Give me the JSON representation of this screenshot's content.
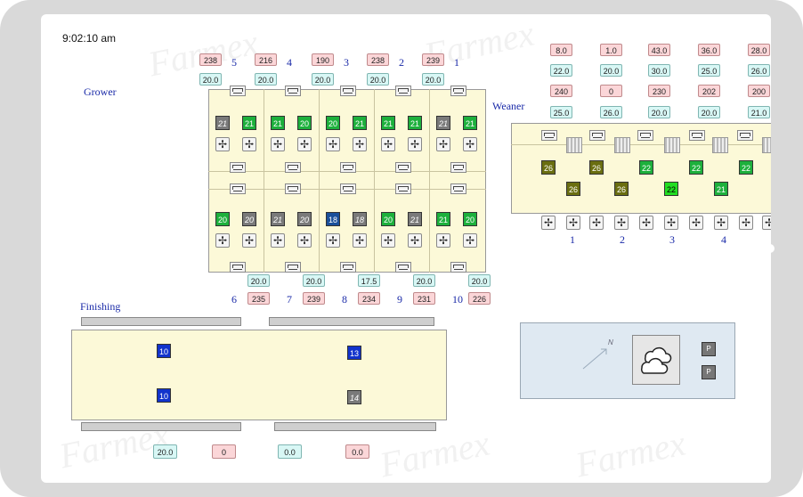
{
  "clock": "9:02:10 am",
  "watermark": "Farmex",
  "grower": {
    "title": "Grower",
    "top_numbers": [
      "5",
      "4",
      "3",
      "2",
      "1"
    ],
    "top_pink": [
      "238",
      "216",
      "190",
      "238",
      "239"
    ],
    "top_cyan": [
      "20.0",
      "20.0",
      "20.0",
      "20.0",
      "20.0"
    ],
    "upper_sensors": [
      "21",
      "21",
      "21",
      "20",
      "20",
      "21",
      "21",
      "21",
      "21",
      "21"
    ],
    "lower_sensors": [
      "20",
      "20",
      "21",
      "20",
      "18",
      "18",
      "20",
      "21",
      "21",
      "20"
    ],
    "bottom_numbers": [
      "6",
      "7",
      "8",
      "9",
      "10"
    ],
    "bottom_cyan": [
      "20.0",
      "20.0",
      "17.5",
      "20.0",
      "20.0"
    ],
    "bottom_pink": [
      "235",
      "239",
      "234",
      "231",
      "226"
    ]
  },
  "weaner": {
    "title": "Weaner",
    "row1": [
      "8.0",
      "1.0",
      "43.0",
      "36.0",
      "28.0"
    ],
    "row2": [
      "22.0",
      "20.0",
      "30.0",
      "25.0",
      "26.0"
    ],
    "row3": [
      "240",
      "0",
      "230",
      "202",
      "200"
    ],
    "row4": [
      "25.0",
      "26.0",
      "20.0",
      "20.0",
      "21.0"
    ],
    "upper_sensors": [
      "26",
      "26",
      "22",
      "22",
      "22"
    ],
    "lower_sensors": [
      "26",
      "26",
      "22",
      "21"
    ],
    "numbers": [
      "1",
      "2",
      "3",
      "4"
    ]
  },
  "finishing": {
    "title": "Finishing",
    "sensors": [
      "10",
      "13",
      "10",
      "14"
    ],
    "values": [
      "20.0",
      "0",
      "0.0",
      "0.0"
    ]
  },
  "weather": {
    "compass_label": "N",
    "p1": "P",
    "p2": "P"
  }
}
